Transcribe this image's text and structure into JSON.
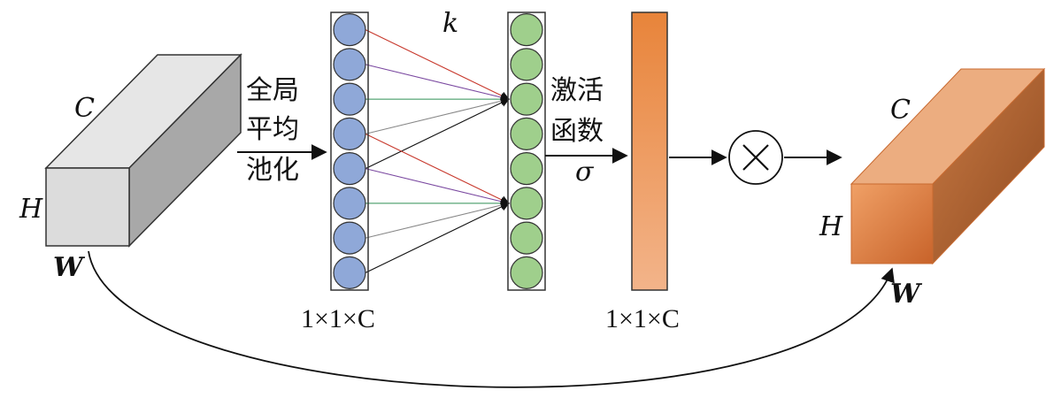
{
  "input_block": {
    "c_label": "C",
    "h_label": "H",
    "w_label": "W"
  },
  "pooling": {
    "line1": "全局",
    "line2": "平均",
    "line3": "池化"
  },
  "gap_vector": {
    "dim_label": "1×1×C"
  },
  "conv_kernel": {
    "k_label": "k"
  },
  "activation": {
    "line1": "激活",
    "line2": "函数",
    "symbol": "σ"
  },
  "weight_vector": {
    "dim_label": "1×1×C"
  },
  "multiply": {
    "symbol": "×"
  },
  "output_block": {
    "c_label": "C",
    "h_label": "H",
    "w_label": "W"
  },
  "colors": {
    "gap_node": "#8fa8d8",
    "conv_node": "#9fcf8c",
    "weight_bar_top": "#e8843a",
    "weight_bar_bottom": "#f3b48a",
    "input_front": "#dcdcdc",
    "input_top": "#e6e6e6",
    "input_side": "#a8a8a8",
    "output_front": "#e0793a",
    "output_top": "#ecad80",
    "output_side": "#b5652f",
    "edge_red": "#c83a2e",
    "edge_purple": "#7a48a0",
    "edge_green": "#2f8f55",
    "edge_gray": "#888888",
    "edge_black": "#111111"
  }
}
